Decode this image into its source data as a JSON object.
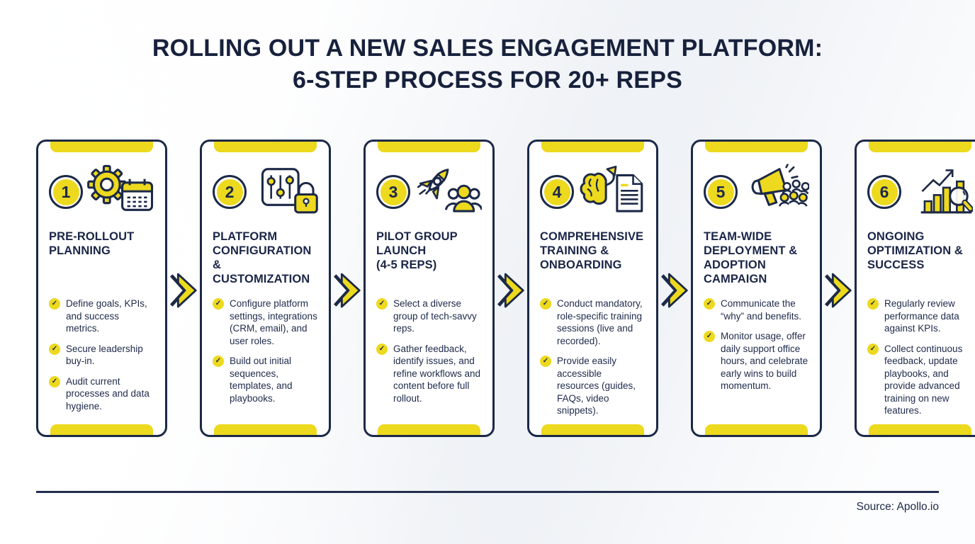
{
  "title": {
    "line1": "ROLLING OUT A NEW SALES ENGAGEMENT PLATFORM:",
    "line2": "6-STEP PROCESS FOR 20+ REPS"
  },
  "source": "Source: Apollo.io",
  "colors": {
    "navy": "#1C2947",
    "yellow": "#EDD91E",
    "background": "#EFF2F6",
    "card_background": "#FFFFFF"
  },
  "steps": [
    {
      "number": "1",
      "icon": "gear-calendar-icon",
      "title": "PRE-ROLLOUT\nPLANNING",
      "bullets": [
        "Define goals, KPIs, and success metrics.",
        "Secure leadership buy-in.",
        "Audit current processes and data hygiene."
      ]
    },
    {
      "number": "2",
      "icon": "sliders-lock-icon",
      "title": "PLATFORM\nCONFIGURATION\n& CUSTOMIZATION",
      "bullets": [
        "Configure platform settings, integrations (CRM, email), and user roles.",
        "Build out initial sequences, templates, and playbooks."
      ]
    },
    {
      "number": "3",
      "icon": "rocket-team-icon",
      "title": "PILOT GROUP\nLAUNCH\n(4-5 REPS)",
      "bullets": [
        "Select a diverse group of tech-savvy reps.",
        "Gather feedback, identify issues, and refine workflows and content before full rollout."
      ]
    },
    {
      "number": "4",
      "icon": "brain-document-icon",
      "title": "COMPREHENSIVE\nTRAINING &\nONBOARDING",
      "bullets": [
        "Conduct mandatory, role-specific training sessions (live and recorded).",
        "Provide easily accessible resources (guides, FAQs, video snippets)."
      ]
    },
    {
      "number": "5",
      "icon": "megaphone-crowd-icon",
      "title": "TEAM-WIDE\nDEPLOYMENT &\nADOPTION\nCAMPAIGN",
      "bullets": [
        "Communicate the “why” and benefits.",
        "Monitor usage, offer daily support office hours, and celebrate early wins to build momentum."
      ]
    },
    {
      "number": "6",
      "icon": "chart-magnifier-icon",
      "title": "ONGOING\nOPTIMIZATION &\nSUCCESS",
      "bullets": [
        "Regularly review performance data against KPIs.",
        "Collect continuous feedback, update playbooks, and provide advanced training on new features."
      ]
    }
  ]
}
